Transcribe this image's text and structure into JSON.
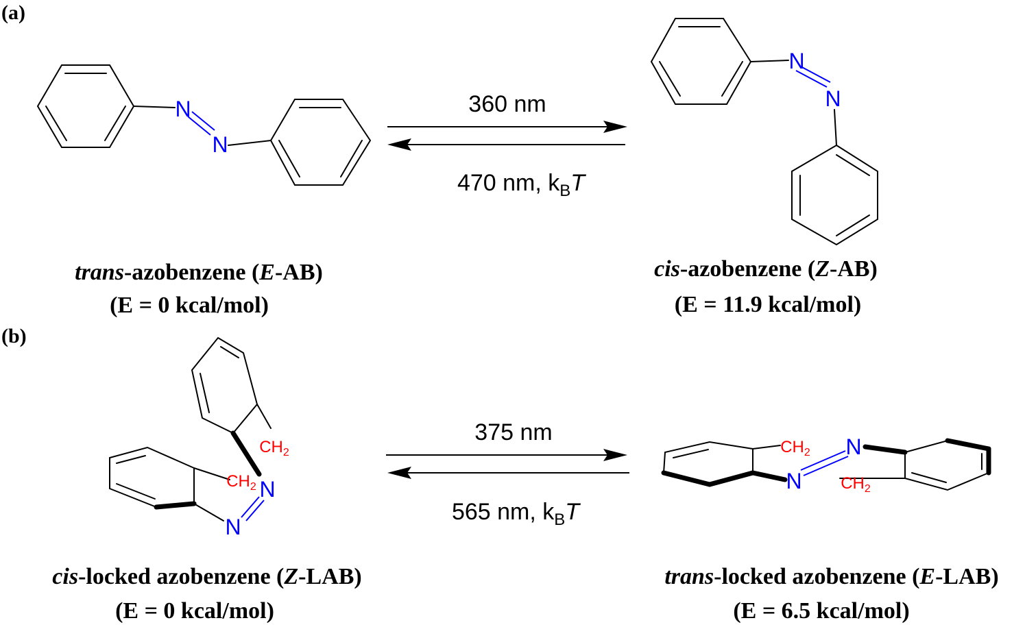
{
  "panels": {
    "a": {
      "label": "(a)",
      "forward": "360 nm",
      "reverse_prefix": "470 nm, k",
      "reverse_sub": "B",
      "reverse_italic": "T",
      "left_name_italic": "trans",
      "left_name_mid": "-azobenzene (",
      "left_name_italic2": "E",
      "left_name_end": "-AB)",
      "left_energy": "(E = 0 kcal/mol)",
      "right_name_italic": "cis",
      "right_name_mid": "-azobenzene (",
      "right_name_italic2": "Z",
      "right_name_end": "-AB)",
      "right_energy": "(E = 11.9 kcal/mol)"
    },
    "b": {
      "label": "(b)",
      "forward": "375 nm",
      "reverse_prefix": "565 nm, k",
      "reverse_sub": "B",
      "reverse_italic": "T",
      "left_name_italic": "cis",
      "left_name_mid": "-locked azobenzene (",
      "left_name_italic2": "Z",
      "left_name_end": "-LAB)",
      "left_energy": "(E = 0 kcal/mol)",
      "right_name_italic": "trans",
      "right_name_mid": "-locked azobenzene (",
      "right_name_italic2": "E",
      "right_name_end": "-LAB)",
      "right_energy": "(E = 6.5 kcal/mol)"
    }
  },
  "atoms": {
    "nitrogen": "N",
    "methylene": "CH",
    "methylene_sub": "2"
  },
  "colors": {
    "nitrogen": "#0000ff",
    "methylene": "#ff0000",
    "bonds": "#000000"
  }
}
